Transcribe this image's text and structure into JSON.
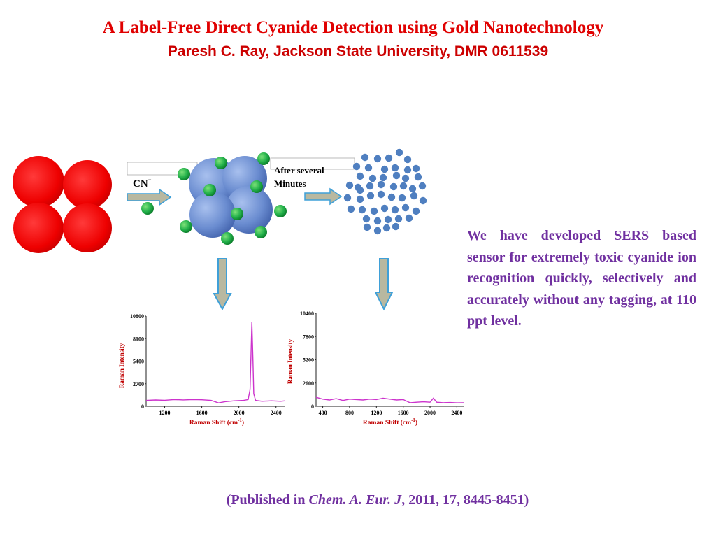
{
  "slide": {
    "title": "A Label-Free Direct Cyanide Detection using Gold Nanotechnology",
    "subtitle": "Paresh C. Ray, Jackson State University, DMR 0611539",
    "description": "We have developed SERS based sensor for extremely toxic cyanide ion recognition quickly, selectively and accurately without any tagging, at 110 ppt level.",
    "citation": {
      "open": "(Published in ",
      "journal": "Chem. A. Eur. J",
      "rest": ", 2011, 17, 8445-8451)"
    }
  },
  "scheme": {
    "reagent_label": "CN",
    "reagent_charge": "-",
    "step_label_line1": "After several",
    "step_label_line2": "Minutes"
  },
  "colors": {
    "title": "#e00000",
    "text_purple": "#7030a0",
    "gold_particle": "#e80000",
    "cluster": "#5a7ec0",
    "cyanide_sphere": "#22b04a",
    "dispersed_dot": "#4f7fc0",
    "spectrum_line": "#cc33cc",
    "arrow_fill": "#b8b8a0",
    "arrow_stroke": "#3fa0d8"
  },
  "chart_data": [
    {
      "type": "line",
      "xlabel": "Raman Shift (cm-1)",
      "ylabel": "Raman Intensity",
      "xlim": [
        1000,
        2500
      ],
      "ylim": [
        0,
        10800
      ],
      "xticks": [
        1200,
        1600,
        2000,
        2400
      ],
      "yticks": [
        0,
        2700,
        5400,
        8100,
        10800
      ],
      "series": [
        {
          "x": [
            1000,
            1100,
            1200,
            1300,
            1400,
            1500,
            1600,
            1700,
            1780,
            1850,
            1950,
            2050,
            2100,
            2120,
            2130,
            2140,
            2150,
            2160,
            2180,
            2250,
            2350,
            2450,
            2500
          ],
          "values": [
            700,
            750,
            720,
            800,
            760,
            800,
            780,
            700,
            400,
            550,
            650,
            700,
            800,
            2000,
            6000,
            10100,
            6000,
            1500,
            700,
            600,
            650,
            600,
            650
          ]
        }
      ]
    },
    {
      "type": "line",
      "xlabel": "Raman Shift (cm-1)",
      "ylabel": "Raman Intensity",
      "xlim": [
        300,
        2500
      ],
      "ylim": [
        0,
        10400
      ],
      "xticks": [
        400,
        800,
        1200,
        1600,
        2000,
        2400
      ],
      "yticks": [
        0,
        2600,
        5200,
        7800,
        10400
      ],
      "series": [
        {
          "x": [
            300,
            400,
            500,
            600,
            700,
            800,
            900,
            1000,
            1100,
            1200,
            1300,
            1400,
            1500,
            1600,
            1700,
            1800,
            1900,
            2000,
            2050,
            2100,
            2200,
            2300,
            2400,
            2500
          ],
          "values": [
            1000,
            800,
            700,
            850,
            650,
            800,
            750,
            700,
            800,
            750,
            900,
            800,
            700,
            750,
            400,
            450,
            500,
            450,
            900,
            450,
            400,
            420,
            380,
            400
          ]
        }
      ]
    }
  ]
}
